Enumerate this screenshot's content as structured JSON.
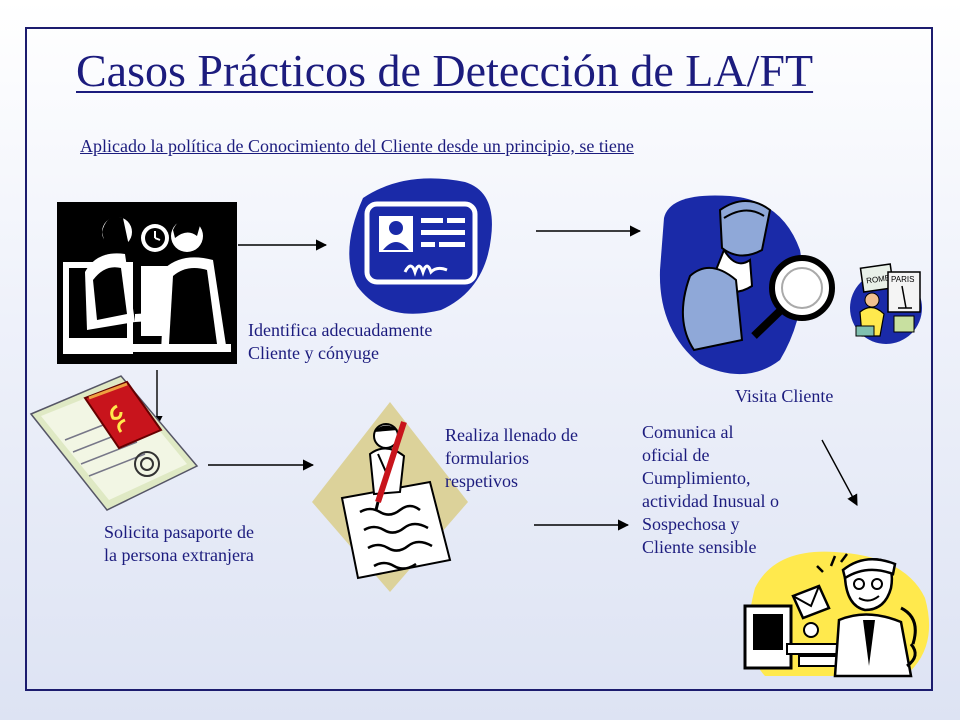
{
  "title": "Casos Prácticos de Detección de LA/FT",
  "subtitle": "Aplicado la política de Conocimiento del Cliente desde un principio, se tiene",
  "steps": {
    "identifica": [
      "Identifica adecuadamente",
      "Cliente y cónyuge"
    ],
    "visita": "Visita Cliente",
    "solicita": [
      "Solicita pasaporte de",
      "la persona extranjera"
    ],
    "realiza": [
      "Realiza llenado de",
      "formularios",
      "respetivos"
    ],
    "comunica": [
      "Comunica al",
      "oficial de",
      "Cumplimiento,",
      "actividad Inusual o",
      "Sospechosa y",
      "Cliente sensible"
    ]
  },
  "illustration_text": {
    "poster_1": "ROME",
    "poster_2": "PARIS"
  },
  "colors": {
    "text": "#1c1c7e",
    "frame": "#1c1c6e",
    "clipart_blue": "#1a2aa8",
    "accent_yellow": "#ffe94d"
  }
}
